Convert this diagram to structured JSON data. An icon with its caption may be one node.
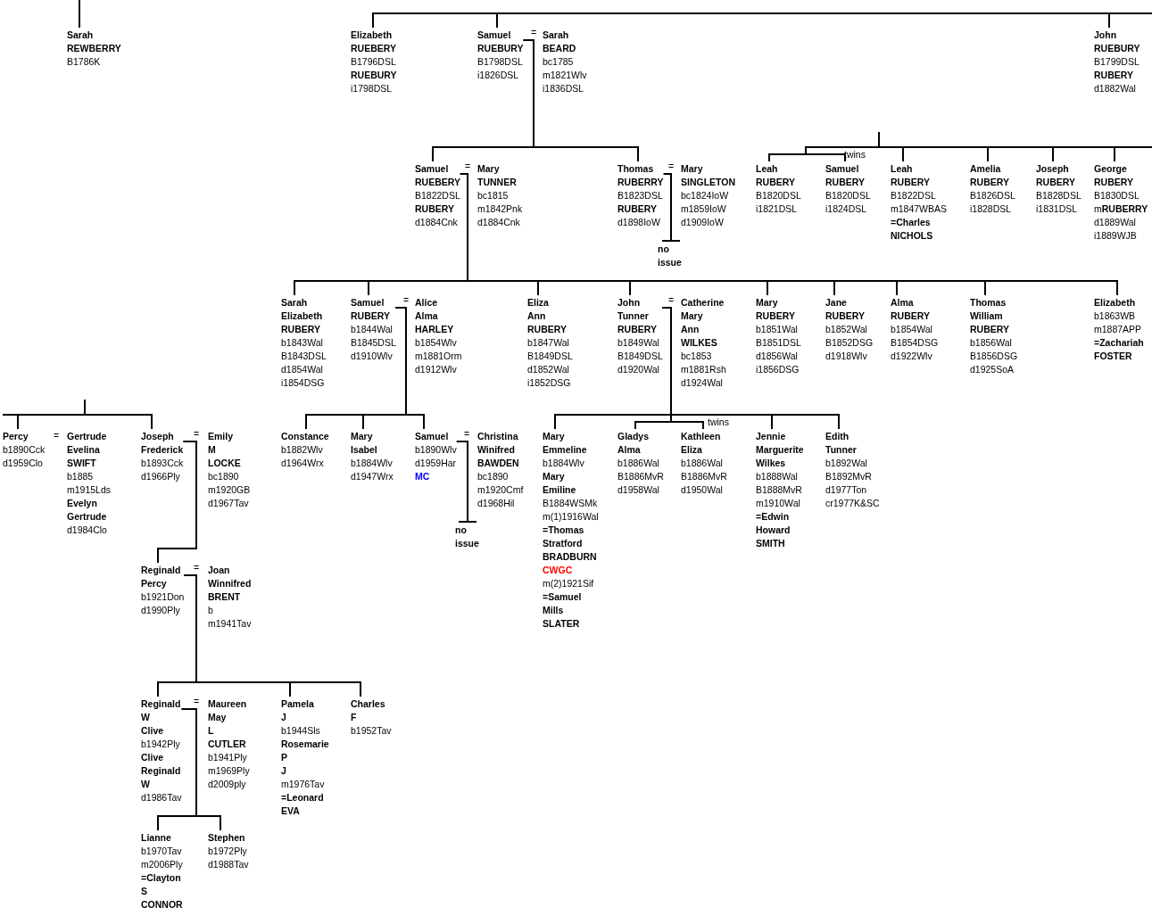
{
  "diagram": {
    "nodes": [
      {
        "text": [
          "**Sarah REWBERRY** B1786K"
        ]
      },
      {
        "text": [
          "**Elizabeth RUEBERY** B1796DSL **RUEBURY** i1798DSL"
        ]
      },
      {
        "text": [
          "**Samuel RUEBURY** B1798DSL i1826DSL"
        ]
      },
      {
        "text": [
          "**Sarah BEARD** bc1785 m1821Wlv i1836DSL"
        ]
      },
      {
        "text": [
          "**John RUEBURY** B1799DSL **RUBERY** d1882Wal"
        ]
      },
      {
        "text": [
          "**Samuel RUEBERY** B1822DSL **RUBERY** d1884Cnk"
        ]
      },
      {
        "text": [
          "**Mary TUNNER** bc1815 m1842Pnk d1884Cnk"
        ]
      },
      {
        "text": [
          "**Thomas RUBERRY** B1823DSL **RUBERY** d1898IoW"
        ]
      },
      {
        "text": [
          "**Mary SINGLETON** bc1824IoW m1859IoW d1909IoW"
        ]
      },
      {
        "text": [
          "no issue"
        ]
      },
      {
        "text": [
          "**Leah RUBERY** B1820DSL i1821DSL"
        ]
      },
      {
        "text": [
          "**Samuel RUBERY** B1820DSL i1824DSL"
        ]
      },
      {
        "text": [
          "**Leah RUBERY** B1822DSL m1847WBAS **=Charles NICHOLS**"
        ]
      },
      {
        "text": [
          "**Amelia RUBERY** B1826DSL i1828DSL"
        ]
      },
      {
        "text": [
          "**Joseph RUBERY** B1828DSL i1831DSL"
        ]
      },
      {
        "text": [
          "**George RUBERY** B1830DSL m**RUBERRY** d1889Wal i1889WJB"
        ]
      },
      {
        "text": [
          "**Sarah Elizabeth RUBERY** b1843Wal B1843DSL d1854Wal i1854DSG"
        ]
      },
      {
        "text": [
          "**Samuel RUBERY** b1844Wal B1845DSL d1910Wlv"
        ]
      },
      {
        "text": [
          "**Alice Alma HARLEY** b1854Wlv m1881Orm d1912Wlv"
        ]
      },
      {
        "text": [
          "**Eliza Ann RUBERY** b1847Wal B1849DSL d1852Wal i1852DSG"
        ]
      },
      {
        "text": [
          "**John Tunner RUBERY** b1849Wal B1849DSL d1920Wal"
        ]
      },
      {
        "text": [
          "**Catherine Mary Ann WILKES** bc1853 m1881Rsh d1924Wal"
        ]
      },
      {
        "text": [
          "**Mary RUBERY** b1851Wal B1851DSL d1856Wal i1856DSG"
        ]
      },
      {
        "text": [
          "**Jane RUBERY** b1852Wal B1852DSG d1918Wlv"
        ]
      },
      {
        "text": [
          "**Alma RUBERY** b1854Wal B1854DSG d1922Wlv"
        ]
      },
      {
        "text": [
          "**Thomas William RUBERY** b1856Wal B1856DSG d1925SoA"
        ]
      },
      {
        "text": [
          "**Elizabeth** b1863WB m1887APP **=Zachariah FOSTER**"
        ]
      },
      {
        "text": [
          "**Percy** b1890Cck d1959Clo"
        ]
      },
      {
        "text": [
          "**Gertrude Evelina SWIFT** b1885 m1915Lds **Evelyn Gertrude** d1984Clo"
        ]
      },
      {
        "text": [
          "**Joseph Frederick** b1893Cck d1966Ply"
        ]
      },
      {
        "text": [
          "**Emily M LOCKE** bc1890 m1920GB d1967Tav"
        ]
      },
      {
        "text": [
          "**Constance** b1882Wlv d1964Wrx"
        ]
      },
      {
        "text": [
          "**Mary Isabel** b1884Wlv d1947Wrx"
        ]
      },
      {
        "text": [
          "**Samuel** b1890Wlv d1959Har",
          "MC"
        ]
      },
      {
        "text": [
          "**Christina Winifred BAWDEN** bc1890 m1920Cmf d1968Hil"
        ]
      },
      {
        "text": [
          "no issue"
        ]
      },
      {
        "text": [
          "**Mary Emmeline** b1884Wlv **Mary Emiline** B1884WSMk m(1)1916Wal **=Thomas Stratford BRADBURN**",
          "CWGC",
          "m(2)1921Sif **=Samuel Mills SLATER**"
        ]
      },
      {
        "text": [
          "**Gladys Alma** b1886Wal B1886MvR d1958Wal"
        ]
      },
      {
        "text": [
          "**Kathleen Eliza** b1886Wal B1886MvR d1950Wal"
        ]
      },
      {
        "text": [
          "**Jennie Marguerite Wilkes** b1888Wal B1888MvR m1910Wal **=Edwin Howard SMITH**"
        ]
      },
      {
        "text": [
          "**Edith Tunner** b1892Wal B1892MvR d1977Ton cr1977K&SC"
        ]
      },
      {
        "text": [
          "**Reginald Percy** b1921Don d1990Ply"
        ]
      },
      {
        "text": [
          "**Joan Winnifred BRENT** b m1941Tav"
        ]
      },
      {
        "text": [
          "**Reginald W Clive** b1942Ply **Clive Reginald W** d1986Tav"
        ]
      },
      {
        "text": [
          "**Maureen May L CUTLER** b1941Ply m1969Ply d2009ply"
        ]
      },
      {
        "text": [
          "**Pamela J** b1944Sls **Rosemarie P J** m1976Tav **=Leonard EVA**"
        ]
      },
      {
        "text": [
          "**Charles F** b1952Tav"
        ]
      },
      {
        "text": [
          "**Lianne** b1970Tav m2006Ply **=Clayton S CONNOR**"
        ]
      },
      {
        "text": [
          "**Stephen** b1972Ply d1988Tav"
        ]
      }
    ],
    "edges": [
      {
        "from": null,
        "to": 0,
        "arrow": "none"
      },
      {
        "from": null,
        "to": 1,
        "arrow": "none"
      },
      {
        "from": null,
        "to": 2,
        "arrow": "none"
      },
      {
        "from": null,
        "to": 4,
        "arrow": "none"
      },
      {
        "from": 2,
        "to": 5,
        "arrow": "none"
      },
      {
        "from": 2,
        "to": 7,
        "arrow": "none"
      },
      {
        "from": 7,
        "to": 9,
        "arrow": "other"
      },
      {
        "from": null,
        "to": 10,
        "arrow": "none"
      },
      {
        "from": null,
        "to": 11,
        "arrow": "none"
      },
      {
        "from": null,
        "to": 12,
        "arrow": "none"
      },
      {
        "from": null,
        "to": 13,
        "arrow": "none"
      },
      {
        "from": null,
        "to": 14,
        "arrow": "none"
      },
      {
        "from": null,
        "to": 15,
        "arrow": "none"
      },
      {
        "from": 5,
        "to": 16,
        "arrow": "none"
      },
      {
        "from": 5,
        "to": 17,
        "arrow": "none"
      },
      {
        "from": 5,
        "to": 19,
        "arrow": "none"
      },
      {
        "from": 5,
        "to": 20,
        "arrow": "none"
      },
      {
        "from": 5,
        "to": 22,
        "arrow": "none"
      },
      {
        "from": 5,
        "to": 23,
        "arrow": "none"
      },
      {
        "from": 5,
        "to": 24,
        "arrow": "none"
      },
      {
        "from": 5,
        "to": 25,
        "arrow": "none"
      },
      {
        "from": 5,
        "to": 26,
        "arrow": "none"
      },
      {
        "from": 17,
        "to": 31,
        "arrow": "none"
      },
      {
        "from": 17,
        "to": 32,
        "arrow": "none"
      },
      {
        "from": 17,
        "to": 33,
        "arrow": "none"
      },
      {
        "from": 33,
        "to": 35,
        "arrow": "other"
      },
      {
        "from": 20,
        "to": 36,
        "arrow": "none"
      },
      {
        "from": 20,
        "to": 37,
        "arrow": "none"
      },
      {
        "from": 20,
        "to": 38,
        "arrow": "none"
      },
      {
        "from": 20,
        "to": 39,
        "arrow": "none"
      },
      {
        "from": 20,
        "to": 40,
        "arrow": "none"
      },
      {
        "from": null,
        "to": 27,
        "arrow": "none"
      },
      {
        "from": null,
        "to": 29,
        "arrow": "none"
      },
      {
        "from": 29,
        "to": 41,
        "arrow": "none"
      },
      {
        "from": 41,
        "to": 43,
        "arrow": "none"
      },
      {
        "from": 41,
        "to": 45,
        "arrow": "none"
      },
      {
        "from": 41,
        "to": 46,
        "arrow": "none"
      },
      {
        "from": 43,
        "to": 47,
        "arrow": "none"
      },
      {
        "from": 43,
        "to": 48,
        "arrow": "none"
      }
    ],
    "labels": [
      "=",
      "twins",
      "=",
      "=",
      "=",
      "=",
      "twins",
      "=",
      "=",
      "=",
      "=",
      "="
    ]
  }
}
